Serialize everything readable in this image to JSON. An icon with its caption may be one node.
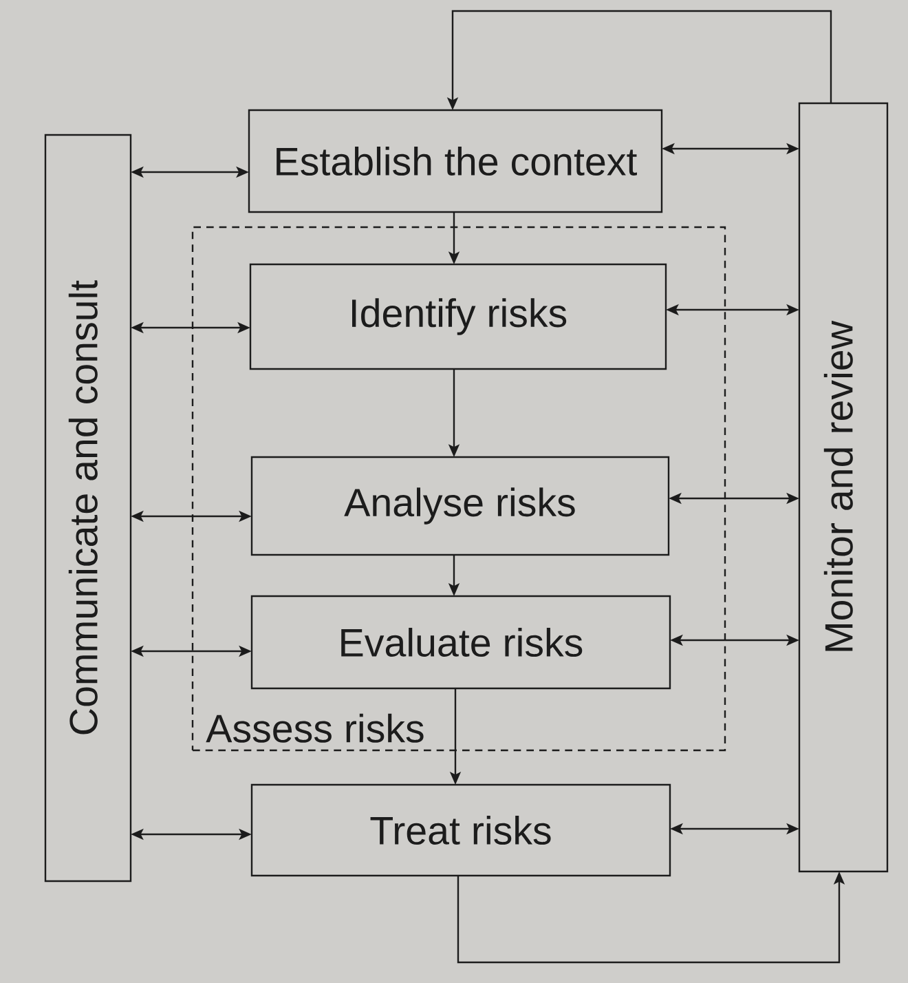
{
  "diagram": {
    "nodes": [
      {
        "text": [
          "Communicate and consult"
        ]
      },
      {
        "text": [
          "Establish the context"
        ]
      },
      {
        "text": [
          "Assess risks"
        ]
      },
      {
        "text": [
          "Identify risks"
        ],
        "in": 2
      },
      {
        "text": [
          "Analyse risks"
        ],
        "in": 2
      },
      {
        "text": [
          "Evaluate risks"
        ],
        "in": 2
      },
      {
        "text": [
          "Treat risks"
        ]
      },
      {
        "text": [
          "Monitor and review"
        ]
      }
    ],
    "edges": [
      {
        "from": 0,
        "to": 1,
        "arrow": "both"
      },
      {
        "from": 0,
        "to": 3,
        "arrow": "both"
      },
      {
        "from": 0,
        "to": 4,
        "arrow": "both"
      },
      {
        "from": 0,
        "to": 5,
        "arrow": "both"
      },
      {
        "from": 0,
        "to": 6,
        "arrow": "both"
      },
      {
        "from": 1,
        "to": 7,
        "arrow": "both"
      },
      {
        "from": 3,
        "to": 7,
        "arrow": "both"
      },
      {
        "from": 4,
        "to": 7,
        "arrow": "both"
      },
      {
        "from": 5,
        "to": 7,
        "arrow": "both"
      },
      {
        "from": 6,
        "to": 7,
        "arrow": "both"
      },
      {
        "from": 1,
        "to": 3,
        "arrow": "to"
      },
      {
        "from": 3,
        "to": 4,
        "arrow": "to"
      },
      {
        "from": 4,
        "to": 5,
        "arrow": "to"
      },
      {
        "from": 5,
        "to": 6,
        "arrow": "to"
      },
      {
        "from": 6,
        "to": 7,
        "arrow": "to"
      },
      {
        "from": 7,
        "to": 1,
        "arrow": "to"
      }
    ]
  }
}
